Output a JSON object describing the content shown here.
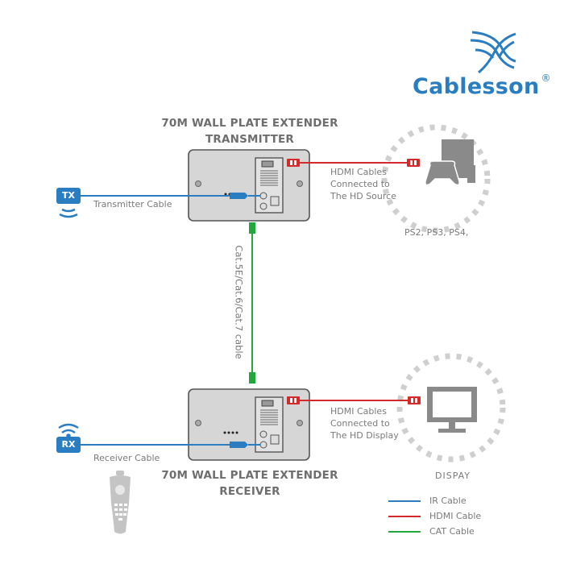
{
  "brand": {
    "name": "Cablesson",
    "registered": "®",
    "color": "#2a7dc0"
  },
  "transmitter": {
    "title_line1": "70M WALL PLATE EXTENDER",
    "title_line2": "TRANSMITTER",
    "ir_tag": "TX",
    "ir_cable_label": "Transmitter Cable",
    "hdmi_label_line1": "HDMI Cables",
    "hdmi_label_line2": "Connected to",
    "hdmi_label_line3": "The HD Source",
    "source_caption": "PS2, PS3, PS4,",
    "source_icon": "game-console-icon"
  },
  "link": {
    "label": "Cat.5E/Cat.6/Cat.7 cable"
  },
  "receiver": {
    "title_line1": "70M WALL PLATE EXTENDER",
    "title_line2": "RECEIVER",
    "ir_tag": "RX",
    "ir_cable_label": "Receiver Cable",
    "hdmi_label_line1": "HDMI Cables",
    "hdmi_label_line2": "Connected to",
    "hdmi_label_line3": "The HD Display",
    "display_caption": "DISPAY",
    "display_icon": "monitor-icon",
    "remote_icon": "remote-control-icon"
  },
  "legend": {
    "items": [
      {
        "label": "IR Cable",
        "color": "#2a7dc0"
      },
      {
        "label": "HDMI Cable",
        "color": "#d42a2a"
      },
      {
        "label": "CAT Cable",
        "color": "#22a83a"
      }
    ]
  }
}
